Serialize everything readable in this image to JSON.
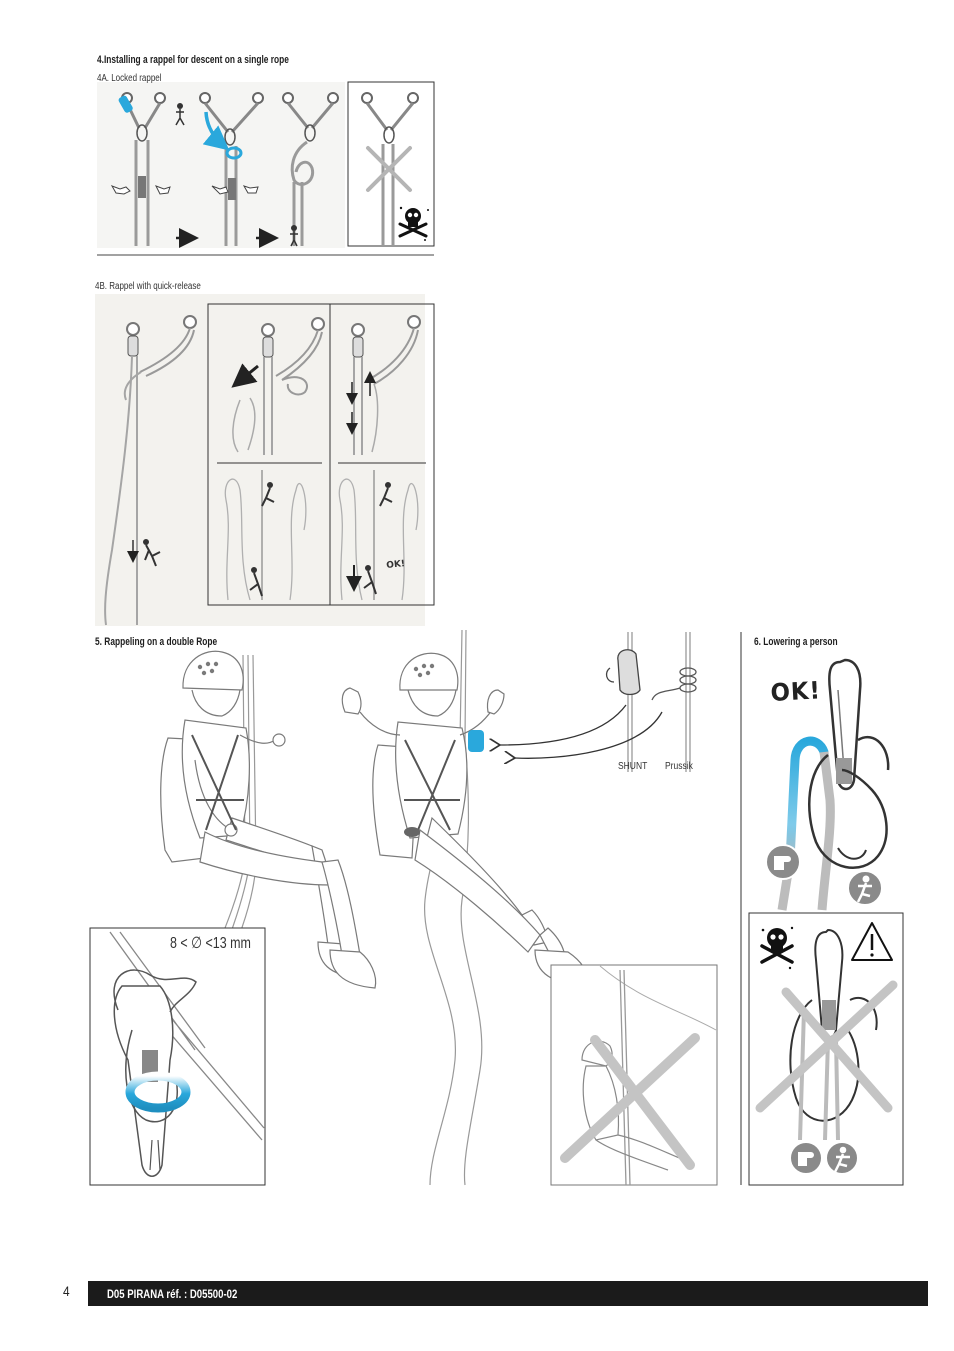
{
  "section4": {
    "title": "4.Installing a rappel for descent on a single rope",
    "part_a_label": "4A. Locked rappel",
    "part_b_label": "4B. Rappel with quick-release",
    "part_b_ok": "OK!"
  },
  "section5": {
    "title": "5. Rappeling on a double Rope",
    "shunt_label": "SHUNT",
    "prussik_label": "Prussik",
    "rope_diameter": "8 < ∅ <13 mm"
  },
  "section6": {
    "title": "6. Lowering a person",
    "ok_label": "OK!"
  },
  "footer": {
    "page_number": "4",
    "reference": "D05 PIRANA réf. : D05500-02"
  },
  "colors": {
    "accent_blue": "#2aa8dc",
    "footer_bar": "#1b1b1b",
    "cross_out": "#c4c4c4",
    "panel_background": "#f3f2ee"
  },
  "icons": [
    "skull-danger-icon",
    "warning-triangle-icon",
    "hand-brake-icon",
    "person-belayed-icon",
    "arrow-right-icon",
    "arrow-down-icon"
  ]
}
